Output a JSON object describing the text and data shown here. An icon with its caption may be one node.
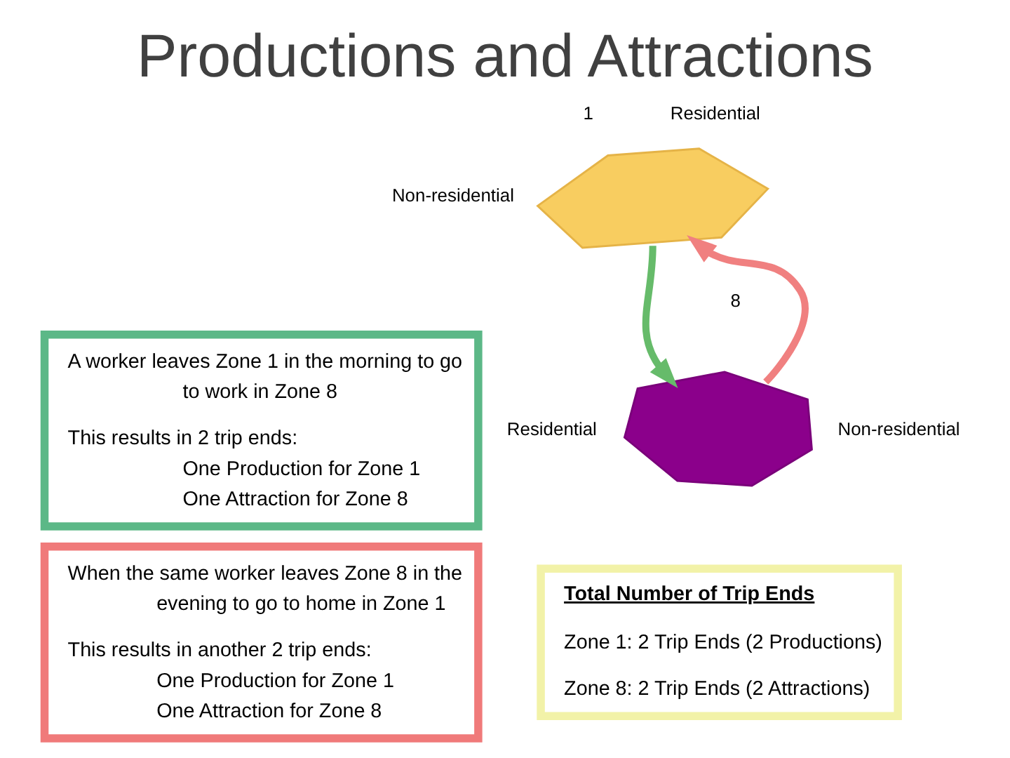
{
  "diagram": {
    "title": "Productions and Attractions",
    "nodes": [
      {
        "text": [],
        "shape": "blob",
        "beside": [
          "Residential",
          "1",
          "Non-residential"
        ]
      },
      {
        "text": [],
        "shape": "blob",
        "beside": [
          "8",
          "Non-residential",
          "Residential"
        ]
      },
      {
        "text": [
          "A worker leaves Zone 1 in the morning to go to work in Zone 8",
          "This results in 2 trip ends:",
          "One Production for Zone 1",
          "One Attraction for Zone 8"
        ]
      },
      {
        "text": [
          "Total Number of Trip Ends",
          "Zone 1: 2 Trip Ends (2 Productions)",
          "Zone 8: 2 Trip Ends (2 Attractions)"
        ]
      },
      {
        "text": [
          "When the same worker leaves Zone 8 in the evening to go to home in Zone 1",
          "This results in another 2 trip ends:",
          "One Production for Zone 1",
          "One Attraction for Zone 8"
        ]
      }
    ],
    "edges": [
      {
        "from": 0,
        "to": 1,
        "arrow": "to",
        "color": "#66bb6a"
      },
      {
        "from": 1,
        "to": 0,
        "arrow": "to",
        "color": "#f08080"
      }
    ]
  }
}
